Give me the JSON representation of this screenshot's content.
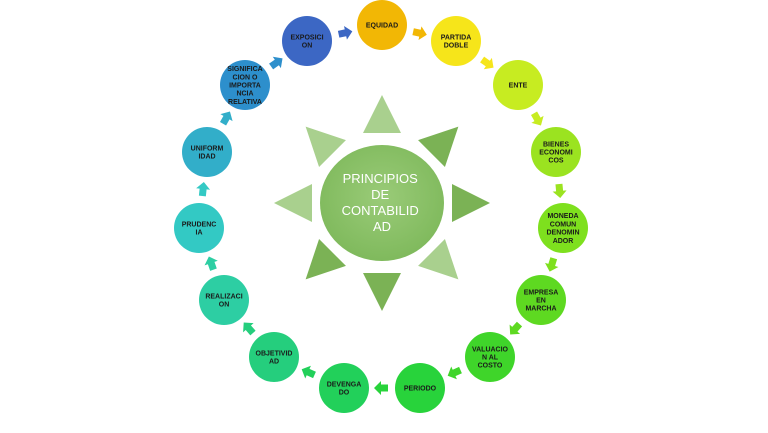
{
  "center": {
    "lines": [
      "PRINCIPIOS",
      "DE",
      "CONTABILID",
      "AD"
    ]
  },
  "nodes": [
    {
      "id": "equidad",
      "lines": [
        "EQUIDAD"
      ],
      "color": "#F2B705"
    },
    {
      "id": "partida-doble",
      "lines": [
        "PARTIDA",
        "DOBLE"
      ],
      "color": "#F6E51A"
    },
    {
      "id": "ente",
      "lines": [
        "ENTE"
      ],
      "color": "#C7EC21"
    },
    {
      "id": "bienes-economicos",
      "lines": [
        "BIENES",
        "ECONOMI",
        "COS"
      ],
      "color": "#9BE320"
    },
    {
      "id": "moneda",
      "lines": [
        "MONEDA",
        "COMUN",
        "DENOMIN",
        "ADOR"
      ],
      "color": "#7EE01E"
    },
    {
      "id": "empresa",
      "lines": [
        "EMPRESA",
        "EN",
        "MARCHA"
      ],
      "color": "#5ED921"
    },
    {
      "id": "valuacion",
      "lines": [
        "VALUACIO",
        "N AL",
        "COSTO"
      ],
      "color": "#3FD52A"
    },
    {
      "id": "periodo",
      "lines": [
        "PERIODO"
      ],
      "color": "#28D33B"
    },
    {
      "id": "devengado",
      "lines": [
        "DEVENGA",
        "DO"
      ],
      "color": "#22D05A"
    },
    {
      "id": "objetividad",
      "lines": [
        "OBJETIVID",
        "AD"
      ],
      "color": "#25CE7D"
    },
    {
      "id": "realizacion",
      "lines": [
        "REALIZACI",
        "ON"
      ],
      "color": "#2DCEA3"
    },
    {
      "id": "prudencia",
      "lines": [
        "PRUDENC",
        "IA"
      ],
      "color": "#33C9C4"
    },
    {
      "id": "uniformidad",
      "lines": [
        "UNIFORM",
        "IDAD"
      ],
      "color": "#32AEC9"
    },
    {
      "id": "significacion",
      "lines": [
        "SIGNIFICA",
        "CION O",
        "IMPORTA",
        "NCIA",
        "RELATIVA"
      ],
      "color": "#2D8FCC"
    },
    {
      "id": "exposicion",
      "lines": [
        "EXPOSICI",
        "ON"
      ],
      "color": "#3C67C4"
    }
  ],
  "colors": {
    "sun_body": "#8CC267",
    "sun_ray_dark": "#7BB255",
    "sun_ray_light": "#A9D08E",
    "text_on_sun": "#ffffff"
  }
}
